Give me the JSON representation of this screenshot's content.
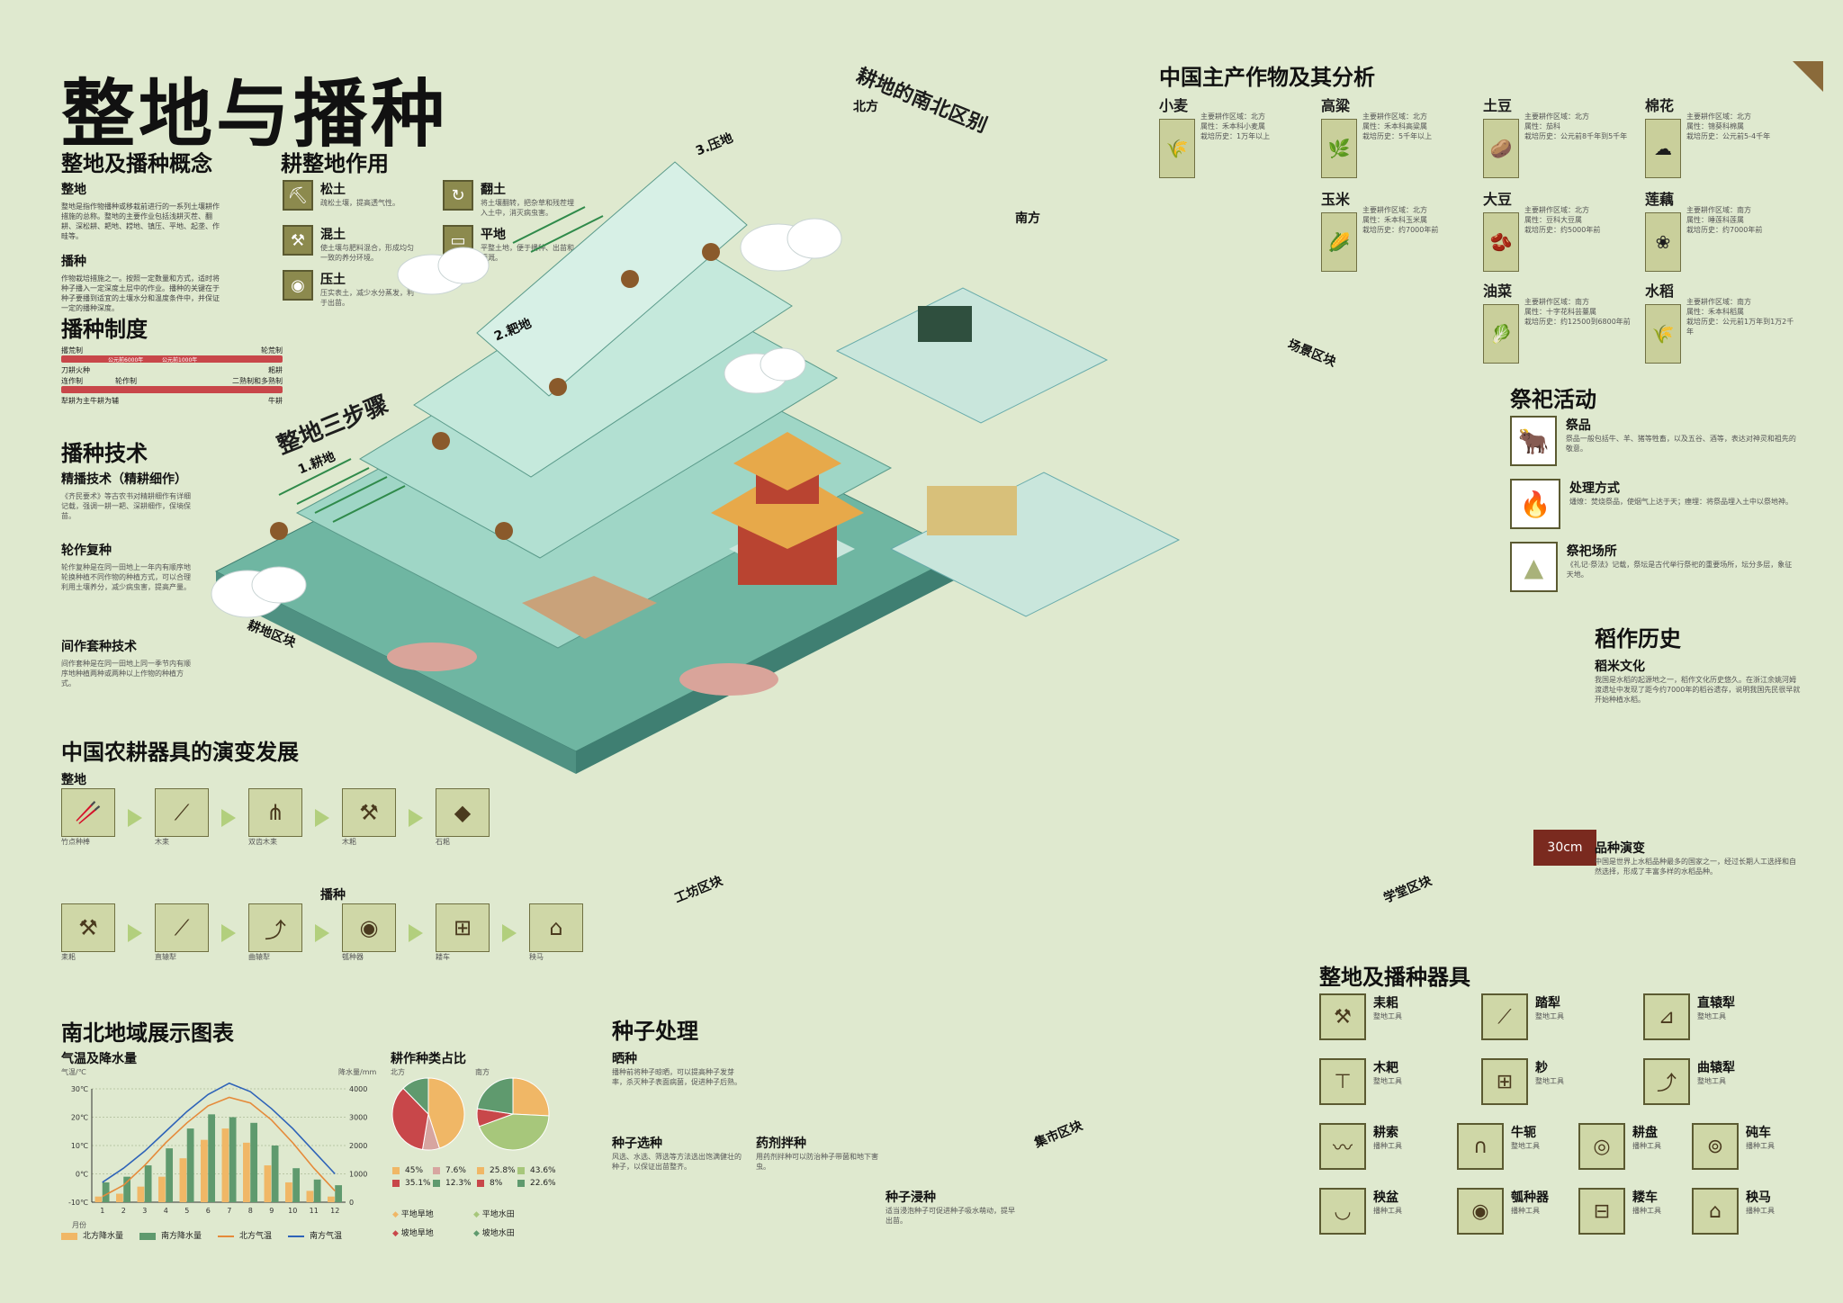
{
  "header": {
    "title": "整地与播种"
  },
  "left": {
    "concept_title": "整地及播种概念",
    "concept_items": [
      {
        "title": "整地",
        "desc": "整地是指作物播种或移栽前进行的一系列土壤耕作措施的总称。整地的主要作业包括浅耕灭茬、翻耕、深松耕、耙地、耢地、镇压、平地、起垄、作畦等。"
      },
      {
        "title": "播种",
        "desc": "作物栽培措施之一。按照一定数量和方式，适时将种子播入一定深度土层中的作业。播种的关键在于种子要播到适宜的土壤水分和温度条件中，并保证一定的播种深度。"
      }
    ],
    "function_title": "耕整地作用",
    "functions": [
      {
        "name": "松土",
        "desc": "疏松土壤，提高透气性。"
      },
      {
        "name": "翻土",
        "desc": "将土壤翻转，把杂草和残茬埋入土中，消灭病虫害。"
      },
      {
        "name": "混土",
        "desc": "使土壤与肥料混合，形成均匀一致的养分环境。"
      },
      {
        "name": "平地",
        "desc": "平整土地，便于播种、出苗和灌溉。"
      },
      {
        "name": "压土",
        "desc": "压实表土，减少水分蒸发，利于出苗。"
      }
    ],
    "system_title": "播种制度",
    "system_rows": [
      {
        "left": "撂荒制",
        "right": "轮荒制"
      },
      {
        "left": "公元前6000年",
        "mid": "公元前1000年"
      },
      {
        "left": "刀耕火种",
        "right": "耜耕"
      },
      {
        "left": "连作制",
        "mid": "轮作制",
        "right": "二熟制和多熟制"
      },
      {
        "left": "犁耕为主牛耕为辅",
        "right": "牛耕"
      }
    ],
    "tech_title": "播种技术",
    "tech_items": [
      {
        "title": "精播技术（精耕细作）",
        "desc": "《齐民要术》等古农书对精耕细作有详细记载，强调一耕一耙、深耕细作，保墒保苗。"
      },
      {
        "title": "轮作复种",
        "desc": "轮作复种是在同一田地上一年内有顺序地轮换种植不同作物的种植方式，可以合理利用土壤养分，减少病虫害，提高产量。"
      },
      {
        "title": "间作套种技术",
        "desc": "间作套种是在同一田地上同一季节内有顺序地种植两种或两种以上作物的种植方式。"
      }
    ],
    "tools_title": "中国农耕器具的演变发展",
    "tools_group1_label": "整地",
    "tools_group1": [
      {
        "name": "竹点种棒",
        "icon": "🥢"
      },
      {
        "name": "木耒",
        "icon": "⟋"
      },
      {
        "name": "双齿木耒",
        "icon": "⋔"
      },
      {
        "name": "木耜",
        "icon": "⚒"
      },
      {
        "name": "石耜",
        "icon": "◆"
      }
    ],
    "tools_group2_label": "播种",
    "tools_group2": [
      {
        "name": "耒耜",
        "icon": "⚒"
      },
      {
        "name": "直辕犁",
        "icon": "⟋"
      },
      {
        "name": "曲辕犁",
        "icon": "⤴"
      },
      {
        "name": "瓠种器",
        "icon": "◉"
      },
      {
        "name": "耧车",
        "icon": "⊞"
      },
      {
        "name": "秧马",
        "icon": "⌂"
      }
    ]
  },
  "chart_section": {
    "title": "南北地域展示图表",
    "climate_title": "气温及降水量",
    "ylabel_left": "气温/℃",
    "ylabel_right": "降水量/mm",
    "xlabel": "月份",
    "legend": [
      "北方降水量",
      "南方降水量",
      "北方气温",
      "南方气温"
    ],
    "ratio_title": "耕作种类占比",
    "north_label": "北方",
    "south_label": "南方",
    "north_values": [
      {
        "label": "45%",
        "color": "#f0b766"
      },
      {
        "label": "7.6%",
        "color": "#d7a5a0"
      },
      {
        "label": "35.1%",
        "color": "#c8474a"
      },
      {
        "label": "12.3%",
        "color": "#5f9a6e"
      }
    ],
    "south_values": [
      {
        "label": "25.8%",
        "color": "#f0b766"
      },
      {
        "label": "43.6%",
        "color": "#a7c77b"
      },
      {
        "label": "8%",
        "color": "#c8474a"
      },
      {
        "label": "22.6%",
        "color": "#5f9a6e"
      }
    ],
    "land_legend": [
      "平地旱地",
      "平地水田",
      "坡地旱地",
      "坡地水田"
    ]
  },
  "chart_data": {
    "type": "bar",
    "title": "气温及降水量",
    "xlabel": "月份",
    "ylabel": "降水量/mm",
    "categories": [
      "1",
      "2",
      "3",
      "4",
      "5",
      "6",
      "7",
      "8",
      "9",
      "10",
      "11",
      "12"
    ],
    "series": [
      {
        "name": "北方降水量",
        "values": [
          200,
          300,
          550,
          900,
          1550,
          2200,
          2600,
          2100,
          1300,
          700,
          400,
          200
        ]
      },
      {
        "name": "南方降水量",
        "values": [
          700,
          900,
          1300,
          1900,
          2600,
          3100,
          3000,
          2800,
          2000,
          1200,
          800,
          600
        ]
      },
      {
        "name": "北方气温",
        "values": [
          -8,
          -4,
          3,
          11,
          18,
          24,
          27,
          25,
          19,
          11,
          2,
          -6
        ]
      },
      {
        "name": "南方气温",
        "values": [
          -3,
          2,
          8,
          15,
          22,
          28,
          32,
          29,
          23,
          16,
          8,
          0
        ]
      }
    ],
    "ylim_left": [
      -10,
      30
    ],
    "ylim_right": [
      0,
      4000
    ],
    "left_ticks": [
      "30℃",
      "20℃",
      "10℃",
      "0℃",
      "-10℃"
    ],
    "right_ticks": [
      "4000",
      "3000",
      "2000",
      "1000",
      "0"
    ]
  },
  "center": {
    "steps_title": "整地三步骤",
    "step1": "1.耕地",
    "step2": "2.耙地",
    "step3": "3.压地",
    "ns_title": "耕地的南北区别",
    "north": "北方",
    "south": "南方",
    "field_zone": "耕地区块",
    "workshop_zone": "工坊区块",
    "market_zone": "集市区块",
    "scene_zone": "场景区块",
    "school_zone": "学堂区块",
    "seed_title": "种子处理",
    "seed_items": [
      {
        "title": "晒种",
        "desc": "播种前将种子晾晒，可以提高种子发芽率，杀灭种子表面病菌，促进种子后熟。"
      },
      {
        "title": "种子选种",
        "desc": "风选、水选、筛选等方法选出饱满健壮的种子，以保证出苗整齐。"
      },
      {
        "title": "药剂拌种",
        "desc": "用药剂拌种可以防治种子带菌和地下害虫。"
      },
      {
        "title": "种子浸种",
        "desc": "适当浸泡种子可促进种子吸水萌动，提早出苗。"
      }
    ],
    "measure_label": "30cm"
  },
  "right": {
    "crops_title": "中国主产作物及其分析",
    "crops": [
      {
        "name": "小麦",
        "region": "北方",
        "type": "禾本科小麦属",
        "history": "1万年以上",
        "icon": "🌾"
      },
      {
        "name": "高粱",
        "region": "北方",
        "type": "禾本科高粱属",
        "history": "5千年以上",
        "icon": "🌿"
      },
      {
        "name": "土豆",
        "region": "北方",
        "type": "茄科",
        "history": "公元前8千年到5千年",
        "icon": "🥔"
      },
      {
        "name": "棉花",
        "region": "北方",
        "type": "锦葵科棉属",
        "history": "公元前5-4千年",
        "icon": "☁"
      },
      {
        "name": "玉米",
        "region": "北方",
        "type": "禾本科玉米属",
        "history": "约7000年前",
        "icon": "🌽"
      },
      {
        "name": "大豆",
        "region": "北方",
        "type": "豆科大豆属",
        "history": "约5000年前",
        "icon": "🫘"
      },
      {
        "name": "莲藕",
        "region": "南方",
        "type": "睡莲科莲属",
        "history": "约7000年前",
        "icon": "❀"
      },
      {
        "name": "油菜",
        "region": "南方",
        "type": "十字花科芸薹属",
        "history": "约12500到6800年前",
        "icon": "🥬"
      },
      {
        "name": "水稻",
        "region": "南方",
        "type": "禾本科稻属",
        "history": "公元前1万年到1万2千年",
        "icon": "🌾"
      }
    ],
    "crop_field_labels": [
      "主要耕作区域：",
      "属性：",
      "栽培历史："
    ],
    "sacrifice_title": "祭祀活动",
    "sacrifice_items": [
      {
        "name": "祭品",
        "desc": "祭品一般包括牛、羊、猪等牲畜，以及五谷、酒等，表达对神灵和祖先的敬意。",
        "icon": "🐂"
      },
      {
        "name": "处理方式",
        "desc": "燔燎：焚烧祭品，使烟气上达于天；瘗埋：将祭品埋入土中以祭地神。",
        "icon": "🔥"
      },
      {
        "name": "祭祀场所",
        "desc": "《礼记·祭法》记载，祭坛是古代举行祭祀的重要场所，坛分多层，象征天地。",
        "icon": "▲"
      }
    ],
    "rice_title": "稻作历史",
    "rice_culture_title": "稻米文化",
    "rice_culture_desc": "我国是水稻的起源地之一，稻作文化历史悠久。在浙江余姚河姆渡遗址中发现了距今约7000年的稻谷遗存，说明我国先民很早就开始种植水稻。",
    "variety_title": "品种演变",
    "variety_desc": "中国是世界上水稻品种最多的国家之一，经过长期人工选择和自然选择，形成了丰富多样的水稻品种。",
    "implements_title": "整地及播种器具",
    "implements": [
      {
        "name": "耒耜",
        "type": "整地工具",
        "icon": "⚒"
      },
      {
        "name": "踏犁",
        "type": "整地工具",
        "icon": "⟋"
      },
      {
        "name": "直辕犁",
        "type": "整地工具",
        "icon": "⊿"
      },
      {
        "name": "木耙",
        "type": "整地工具",
        "icon": "⊤"
      },
      {
        "name": "耖",
        "type": "整地工具",
        "icon": "⊞"
      },
      {
        "name": "曲辕犁",
        "type": "整地工具",
        "icon": "⤴"
      },
      {
        "name": "耕索",
        "type": "播种工具",
        "icon": "〰"
      },
      {
        "name": "牛轭",
        "type": "整地工具",
        "icon": "∩"
      },
      {
        "name": "耕盘",
        "type": "播种工具",
        "icon": "◎"
      },
      {
        "name": "砘车",
        "type": "播种工具",
        "icon": "⊚"
      },
      {
        "name": "秧盆",
        "type": "播种工具",
        "icon": "◡"
      },
      {
        "name": "瓠种器",
        "type": "播种工具",
        "icon": "◉"
      },
      {
        "name": "耧车",
        "type": "播种工具",
        "icon": "⊟"
      },
      {
        "name": "秧马",
        "type": "播种工具",
        "icon": "⌂"
      }
    ]
  },
  "colors": {
    "background": "#dfe9cf",
    "terrace": "#8ed0c2",
    "accent_red": "#c8474a",
    "accent_olive": "#8c8a4e"
  }
}
